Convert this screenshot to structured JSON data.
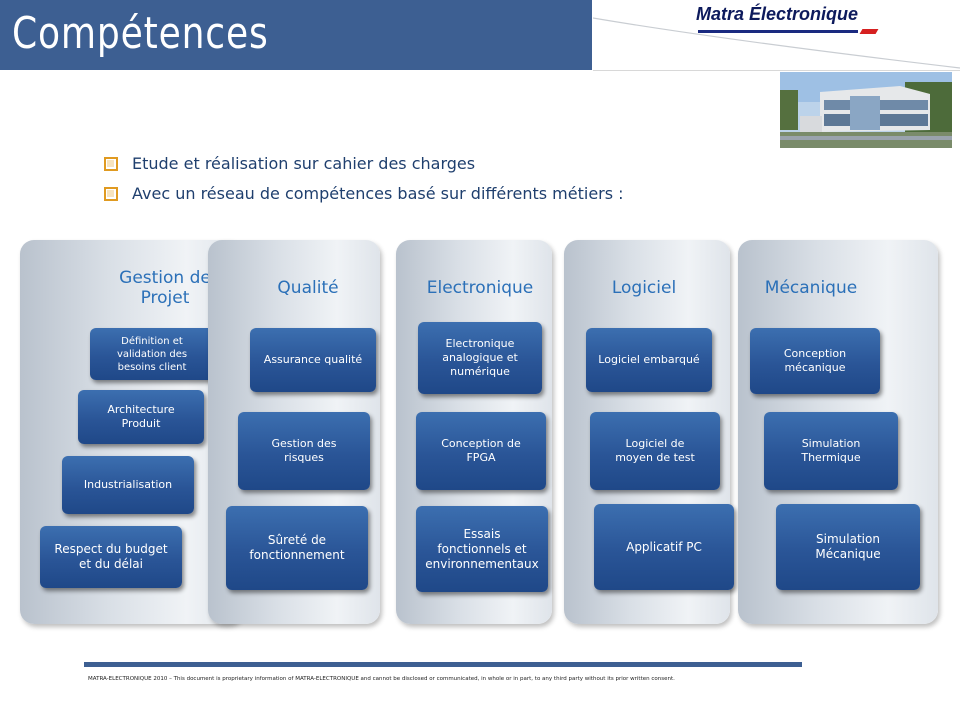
{
  "header": {
    "title": "Compétences",
    "logo_text": "Matra Électronique"
  },
  "bullets": [
    "Etude et réalisation sur cahier des charges",
    "Avec un réseau de compétences basé sur différents métiers :"
  ],
  "columns": [
    {
      "title": "Gestion de\nProjet",
      "items": [
        "Définition et\nvalidation des\nbesoins client",
        "Architecture\nProduit",
        "Industrialisation",
        "Respect du budget\net du délai"
      ]
    },
    {
      "title": "Qualité",
      "items": [
        "Assurance qualité",
        "Gestion des\nrisques",
        "Sûreté de\nfonctionnement"
      ]
    },
    {
      "title": "Electronique",
      "items": [
        "Electronique\nanalogique et\nnumérique",
        "Conception de\nFPGA",
        "Essais\nfonctionnels et\nenvironnementaux"
      ]
    },
    {
      "title": "Logiciel",
      "items": [
        "Logiciel embarqué",
        "Logiciel de\nmoyen de test",
        "Applicatif PC"
      ]
    },
    {
      "title": "Mécanique",
      "items": [
        "Conception\nmécanique",
        "Simulation\nThermique",
        "Simulation\nMécanique"
      ]
    }
  ],
  "footer": {
    "text": "MATRA-ELECTRONIQUE 2010 – This document is proprietary information of MATRA-ELECTRONIQUE and cannot be disclosed or communicated, in whole or in part, to any third party without its prior written consent."
  },
  "colors": {
    "title_bar": "#3d5f92",
    "box_blue": "#2a5597",
    "column_title": "#2b70b8",
    "bullet_text": "#1f3f6e",
    "checkbox": "#e09a20"
  }
}
